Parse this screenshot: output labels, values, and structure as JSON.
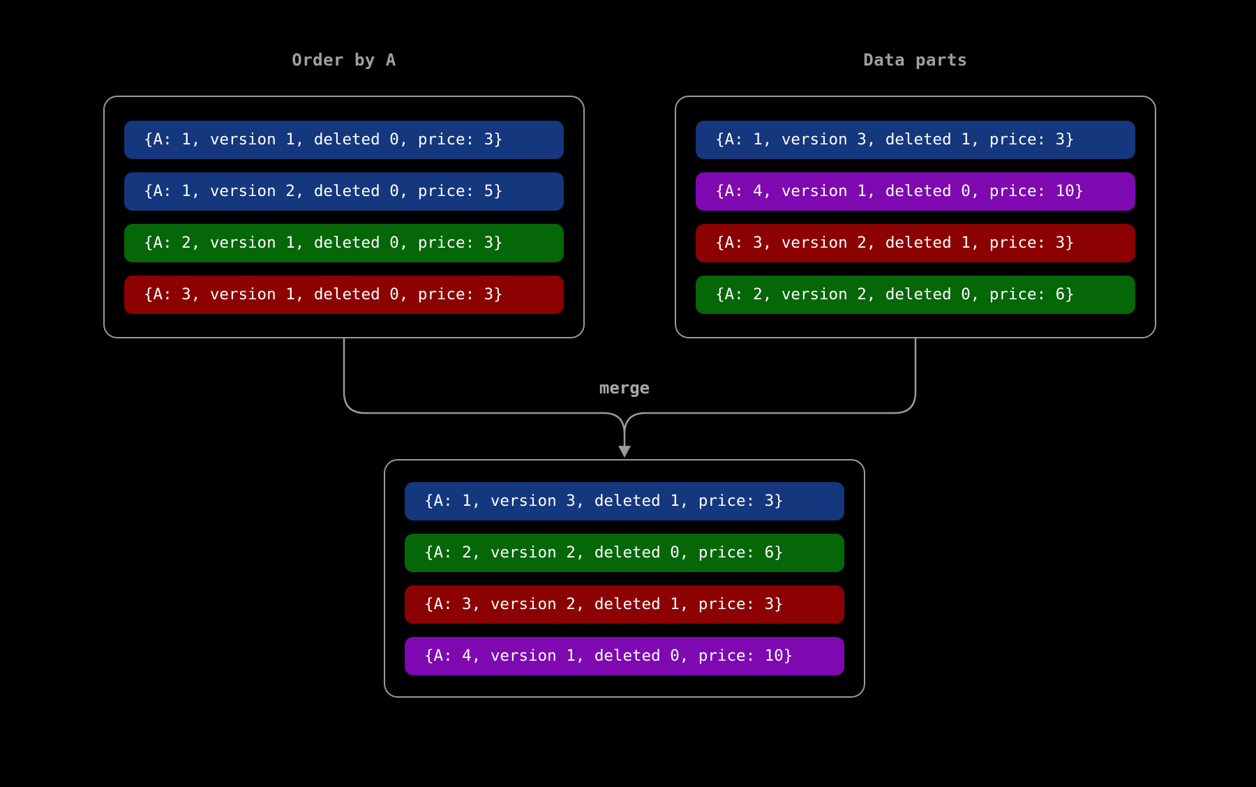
{
  "colors": {
    "background": "#000000",
    "border": "#9a9a9a",
    "title_text": "#a0a0a0",
    "row_text": "#ffffff",
    "blue": "#14377d",
    "green": "#056708",
    "red": "#8c0202",
    "purple": "#7e09b1"
  },
  "diagram": {
    "left_box": {
      "title": "Order by A",
      "rows": [
        {
          "text": "{A: 1, version 1, deleted 0, price: 3}",
          "color": "#14377d"
        },
        {
          "text": "{A: 1, version 2, deleted 0, price: 5}",
          "color": "#14377d"
        },
        {
          "text": "{A: 2, version 1, deleted 0, price: 3}",
          "color": "#056708"
        },
        {
          "text": "{A: 3, version 1, deleted 0, price: 3}",
          "color": "#8c0202"
        }
      ]
    },
    "right_box": {
      "title": "Data parts",
      "rows": [
        {
          "text": "{A: 1, version 3, deleted 1, price: 3}",
          "color": "#14377d"
        },
        {
          "text": "{A: 4, version 1, deleted 0, price: 10}",
          "color": "#7e09b1"
        },
        {
          "text": "{A: 3, version 2, deleted 1, price: 3}",
          "color": "#8c0202"
        },
        {
          "text": "{A: 2, version 2, deleted 0, price: 6}",
          "color": "#056708"
        }
      ]
    },
    "merge_label": "merge",
    "merged_box": {
      "rows": [
        {
          "text": "{A: 1, version 3, deleted 1, price: 3}",
          "color": "#14377d"
        },
        {
          "text": "{A: 2, version 2, deleted 0, price: 6}",
          "color": "#056708"
        },
        {
          "text": "{A: 3, version 2, deleted 1, price: 3}",
          "color": "#8c0202"
        },
        {
          "text": "{A: 4, version 1, deleted 0, price: 10}",
          "color": "#7e09b1"
        }
      ]
    }
  }
}
